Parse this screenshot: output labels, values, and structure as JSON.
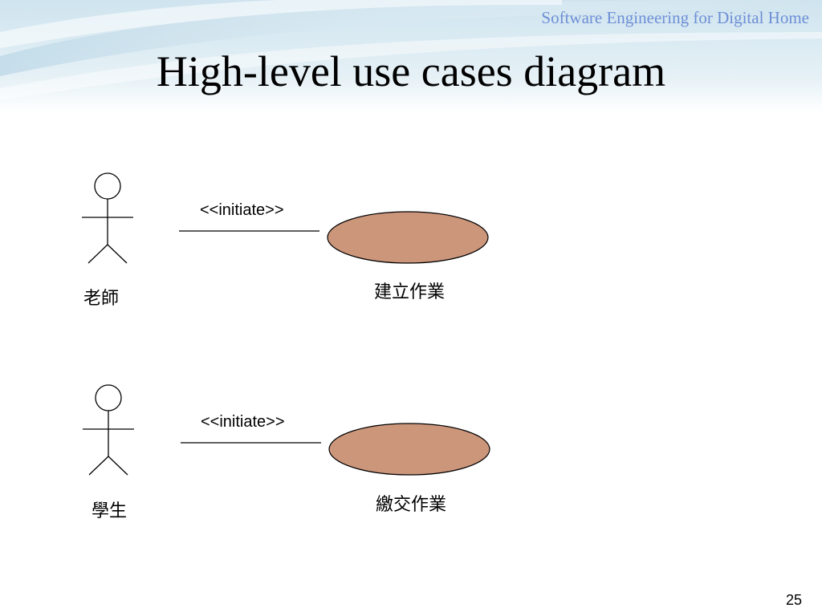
{
  "header": {
    "course_title": "Software Engineering for Digital Home",
    "slide_title": "High-level use cases diagram"
  },
  "colors": {
    "usecase_fill": "#cc967b",
    "usecase_stroke": "#000000",
    "course_title": "#6d8fd6"
  },
  "diagram": {
    "associations": [
      {
        "actor": "老師",
        "stereotype": "<<initiate>>",
        "use_case": "建立作業"
      },
      {
        "actor": "學生",
        "stereotype": "<<initiate>>",
        "use_case": "繳交作業"
      }
    ]
  },
  "footer": {
    "page_number": "25"
  }
}
